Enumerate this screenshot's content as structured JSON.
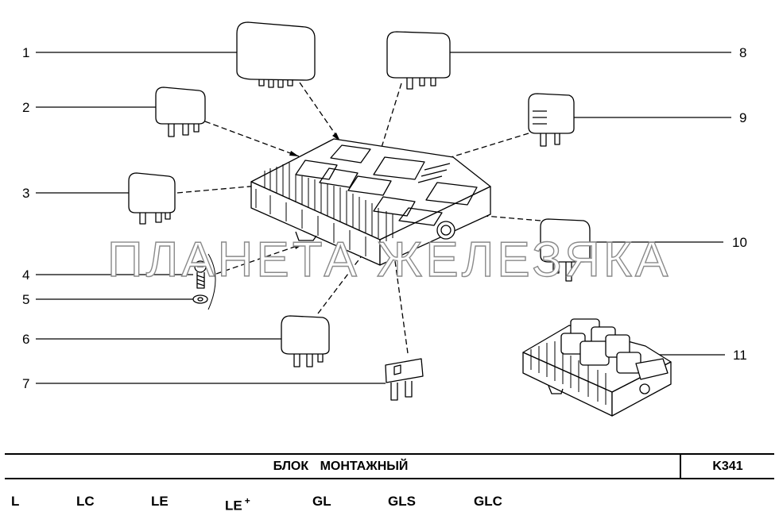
{
  "callouts": [
    "1",
    "2",
    "3",
    "4",
    "5",
    "6",
    "7",
    "8",
    "9",
    "10",
    "11"
  ],
  "watermark": "ПЛАНЕТА ЖЕЛЕЗЯКА",
  "title": "БЛОК   МОНТАЖНЫЙ",
  "code": "K341",
  "models": [
    "L",
    "LC",
    "LE",
    "LE",
    "GL",
    "GLS",
    "GLC"
  ],
  "models_suffix": "+",
  "colors": {
    "line": "#000000",
    "watermark": "#8a8a8a"
  }
}
